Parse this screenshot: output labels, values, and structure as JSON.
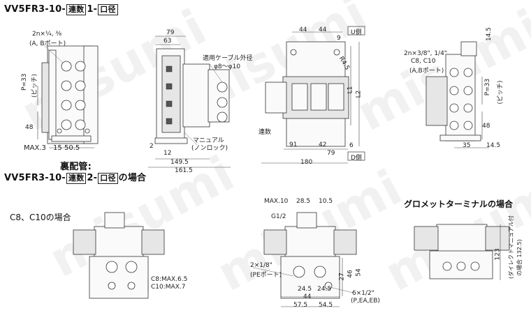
{
  "title_main": {
    "model": "VV5FR3-10-",
    "box1": "連数",
    "mid": "1-",
    "box2": "口径"
  },
  "title_sub": {
    "prefix": "裏配管:",
    "model": "VV5FR3-10-",
    "box1": "連数",
    "mid": "2-",
    "box2": "口径",
    "suffix": "の場合"
  },
  "section_c8": "C8、C10の場合",
  "section_grommet": "グロメットターミナルの場合",
  "labels": {
    "port_ab": "2n×¼, ⅜",
    "port_ab_note": "(A, Bポート)",
    "pitch": "P=33",
    "pitch_note": "(ピッチ)",
    "d48_left": "48",
    "max3": "MAX.3",
    "d15": "15",
    "d50_5": "50.5",
    "d79_top": "79",
    "d63": "63",
    "cable": "適用ケーブル外径",
    "cable_dia": "φ8～φ10",
    "manual": "マニュアル",
    "manual_note": "(ノンロック)",
    "d2": "2",
    "d12": "12",
    "d149_5": "149.5",
    "d161_5": "161.5",
    "d44a": "44",
    "d44b": "44",
    "d9": "9",
    "u_side": "U側",
    "d_side": "D側",
    "r4_5": "R4.5",
    "l1": "L1",
    "l2": "L2",
    "stations": "連数",
    "d91": "91",
    "d42": "42",
    "d79_bot": "79",
    "d6": "6",
    "d180": "180",
    "d14_5_top": "14.5",
    "port_c": "2n×3/8\", 1/4\"",
    "port_c_2": "C8, C10",
    "port_c_note": "(A,Bポート)",
    "pitch_r": "P=33",
    "pitch_r_note": "(ピッチ)",
    "d48_r": "48",
    "d35": "35",
    "d14_5_bot": "14.5",
    "c8_max": "C8:MAX.6.5",
    "c10_max": "C10:MAX.7",
    "max10": "MAX.10",
    "d28_5": "28.5",
    "d10_5": "10.5",
    "g1_2": "G1/2",
    "pe_port": "2×1/8\"",
    "pe_note": "(PEポート)",
    "d24_5a": "24.5",
    "d24_5b": "24.5",
    "d44_bot": "44",
    "d57_5": "57.5",
    "d54_5": "54.5",
    "d27": "27",
    "d46": "46",
    "d54": "54",
    "p_ports": "6×1/2\"",
    "p_note": "(P,EA,EB)",
    "d123": "123",
    "grommet_note": "(ダイレクトマニュアル付",
    "grommet_note2": "の場合 132.5)"
  },
  "watermark": "misumi"
}
